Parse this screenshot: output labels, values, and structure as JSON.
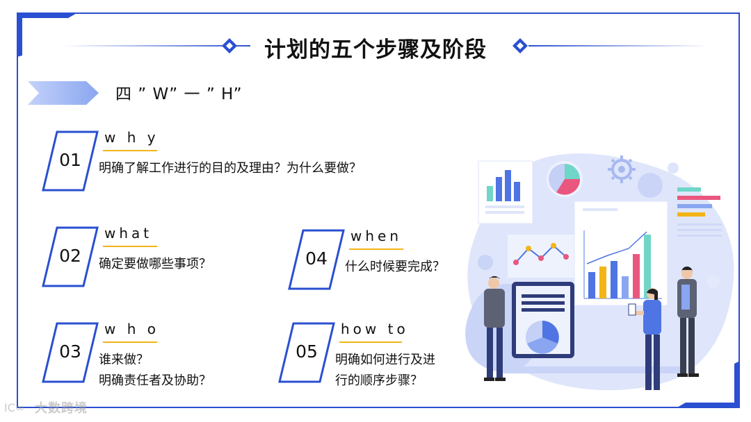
{
  "title": "计划的五个步骤及阶段",
  "subtitle": "四 ” W” 一 ” H”",
  "steps": [
    {
      "num": "01",
      "label": "w h y",
      "desc": [
        "明确了解工作进行的目的及理由？为什么要做？"
      ]
    },
    {
      "num": "02",
      "label": "what",
      "desc": [
        "确定要做哪些事项？"
      ]
    },
    {
      "num": "03",
      "label": "w h o",
      "desc": [
        "谁来做？",
        "明确责任者及协助？"
      ]
    },
    {
      "num": "04",
      "label": "when",
      "desc": [
        "什么时候要完成？"
      ]
    },
    {
      "num": "05",
      "label": "how  to",
      "desc": [
        "明确如何进行及进",
        "行的顺序步骤？"
      ]
    }
  ],
  "watermark": "大数跨境",
  "colors": {
    "accent": "#2a4fd0",
    "underline": "#f2b417",
    "banner": "#9fb6f4"
  },
  "icons": [
    "corner-bracket-icon",
    "diamond-icon",
    "arrow-banner-icon",
    "data-analysis-illustration"
  ]
}
